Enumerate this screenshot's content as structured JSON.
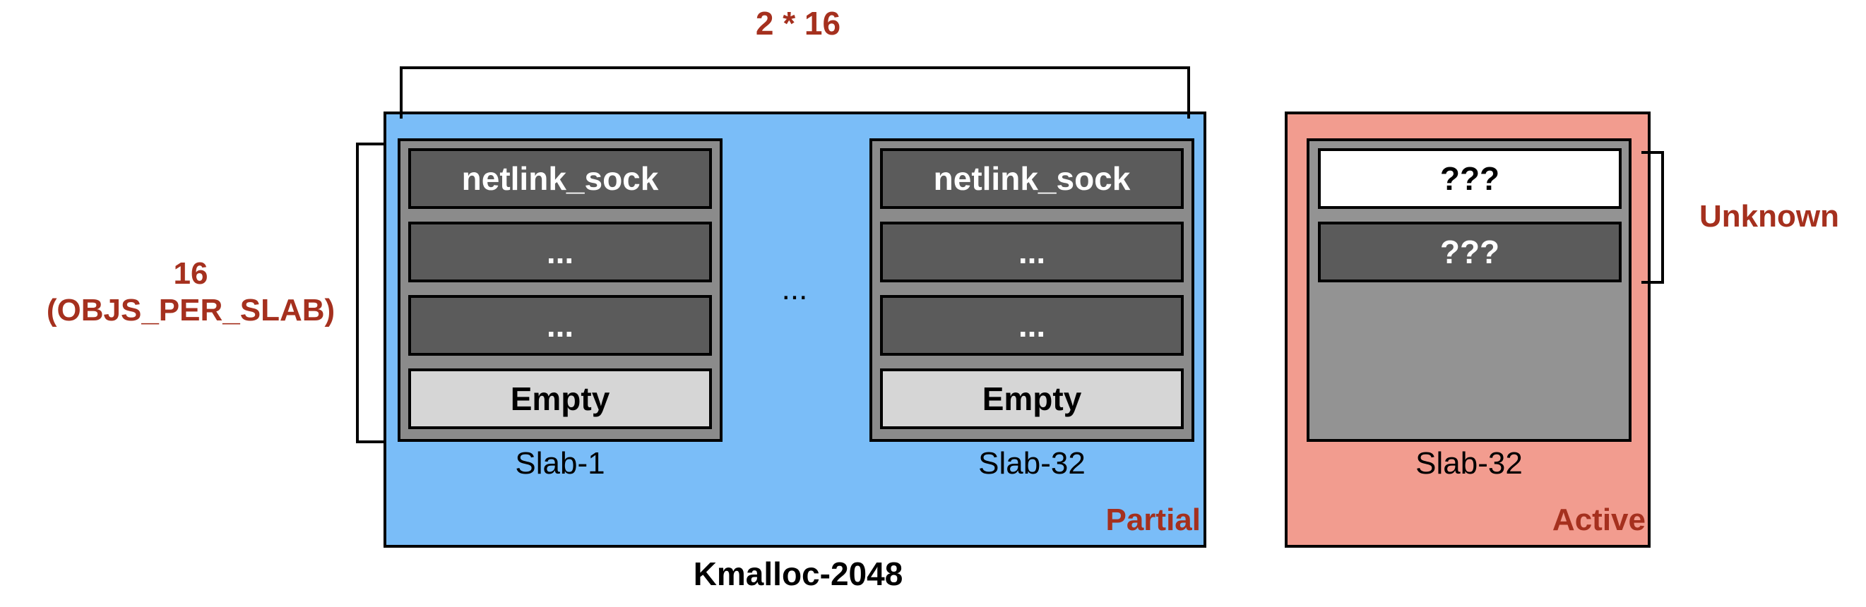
{
  "top_bracket_label": "2 * 16",
  "left_bracket_label_line1": "16",
  "left_bracket_label_line2": "(OBJS_PER_SLAB)",
  "cache_name": "Kmalloc-2048",
  "partial": {
    "tag": "Partial",
    "slabs": [
      {
        "name": "Slab-1",
        "objects": [
          "netlink_sock",
          "...",
          "...",
          "Empty"
        ]
      },
      {
        "name": "Slab-32",
        "objects": [
          "netlink_sock",
          "...",
          "...",
          "Empty"
        ]
      }
    ],
    "ellipsis": "..."
  },
  "active": {
    "tag": "Active",
    "slab": {
      "name": "Slab-32",
      "objects": [
        "???",
        "???"
      ]
    },
    "bracket_label": "Unknown"
  },
  "colors": {
    "partial_bg": "#7abdf8",
    "active_bg": "#f29c8f",
    "accent_red": "#a5301e",
    "object_dark": "#5b5b5b",
    "object_empty": "#d6d6d6"
  }
}
